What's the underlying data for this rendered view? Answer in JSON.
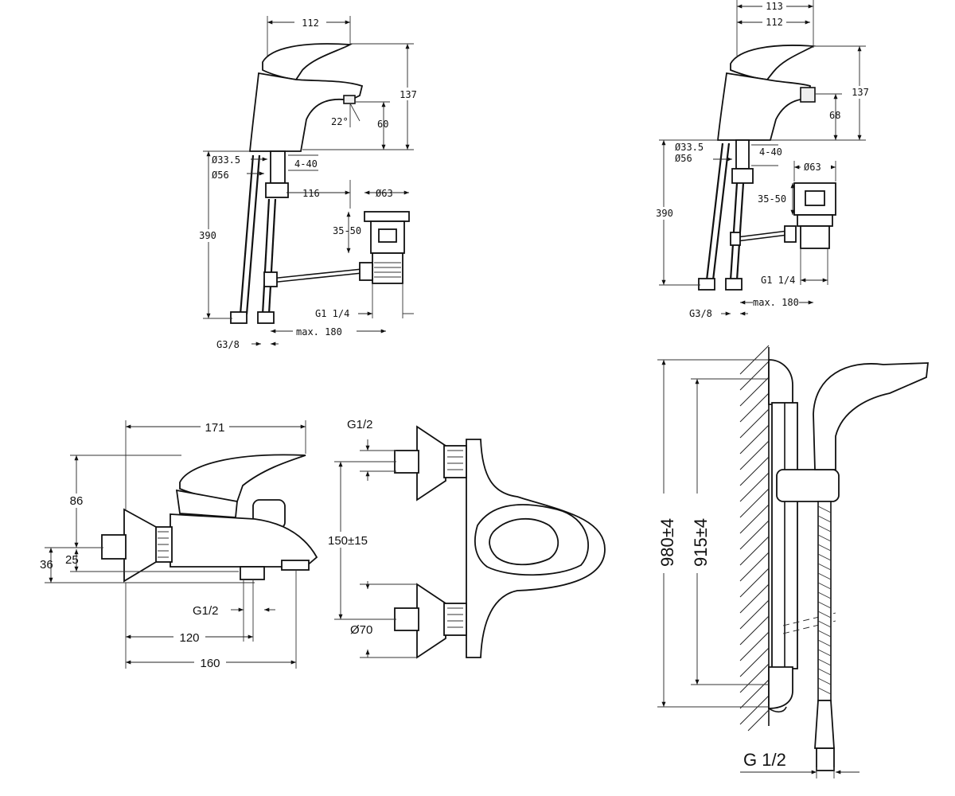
{
  "basin_mixer": {
    "d_112": "112",
    "d_137": "137",
    "d_22": "22°",
    "d_60": "60",
    "d_33": "Ø33.5",
    "d_56": "Ø56",
    "d_4_40": "4-40",
    "d_116": "116",
    "d_63": "Ø63",
    "d_390": "390",
    "d_35_50": "35-50",
    "d_g14": "G1 1/4",
    "d_max180": "max. 180",
    "d_g38": "G3/8"
  },
  "bidet_mixer": {
    "d_113": "113",
    "d_112": "112",
    "d_137": "137",
    "d_68": "68",
    "d_33": "Ø33.5",
    "d_56": "Ø56",
    "d_4_40": "4-40",
    "d_63": "Ø63",
    "d_390": "390",
    "d_35_50": "35-50",
    "d_g14": "G1 1/4",
    "d_max180": "max. 180",
    "d_g38": "G3/8"
  },
  "bath_mixer": {
    "d_171": "171",
    "d_86": "86",
    "d_36": "36",
    "d_25": "25",
    "d_g12": "G1/2",
    "d_120": "120",
    "d_160": "160"
  },
  "bath_front": {
    "d_g12": "G1/2",
    "d_150": "150±15",
    "d_70": "Ø70"
  },
  "shower_rail": {
    "d_980": "980±4",
    "d_915": "915±4",
    "d_g12": "G 1/2"
  }
}
